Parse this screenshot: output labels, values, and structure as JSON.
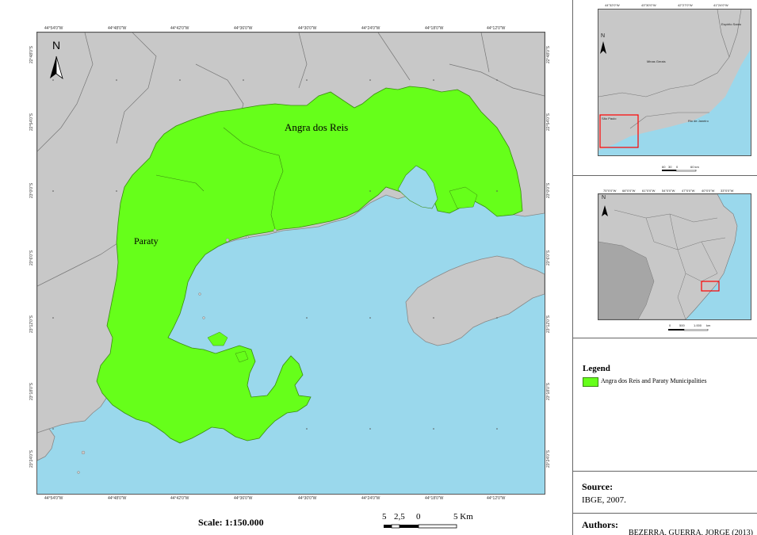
{
  "map": {
    "municipalities": [
      "Angra dos Reis",
      "Paraty"
    ],
    "colors": {
      "ocean": "#9ad8ec",
      "land": "#c8c8c8",
      "study_area": "#66ff1a",
      "highlight": "#ff0000"
    },
    "north_label": "N",
    "top_ticks": [
      "44°54'0\"W",
      "44°48'0\"W",
      "44°42'0\"W",
      "44°36'0\"W",
      "44°30'0\"W",
      "44°24'0\"W",
      "44°18'0\"W",
      "44°12'0\"W"
    ],
    "bottom_ticks": [
      "44°54'0\"W",
      "44°48'0\"W",
      "44°42'0\"W",
      "44°36'0\"W",
      "44°30'0\"W",
      "44°24'0\"W",
      "44°18'0\"W",
      "44°12'0\"W"
    ],
    "left_ticks": [
      "22°48'0\"S",
      "22°54'0\"S",
      "23°0'0\"S",
      "23°6'0\"S",
      "23°12'0\"S",
      "23°18'0\"S",
      "23°24'0\"S"
    ],
    "right_ticks": [
      "22°48'0\"S",
      "22°54'0\"S",
      "23°0'0\"S",
      "23°6'0\"S",
      "23°12'0\"S",
      "23°18'0\"S",
      "23°24'0\"S"
    ]
  },
  "scale": {
    "text": "Scale: 1:150.000",
    "bar_labels": [
      "5",
      "2,5",
      "0",
      "5 Km"
    ]
  },
  "inset_state": {
    "north_label": "N",
    "top_ticks": [
      "44°32'0\"W",
      "43°30'0\"W",
      "42°27'0\"W",
      "41°24'0\"W"
    ],
    "labels": [
      "Minas Gerais",
      "Espírito Santo",
      "Rio de Janeiro",
      "São Paulo"
    ],
    "scale_labels": [
      "60",
      "30",
      "0",
      "60 km"
    ]
  },
  "inset_brazil": {
    "north_label": "N",
    "top_ticks": [
      "75°0'0\"W",
      "68°0'0\"W",
      "61°0'0\"W",
      "54°0'0\"W",
      "47°0'0\"W",
      "40°0'0\"W",
      "33°0'0\"W"
    ],
    "scale_labels": [
      "0",
      "500",
      "1.000",
      "km"
    ]
  },
  "legend": {
    "title": "Legend",
    "item": "Angra dos Reis and Paraty Municipalities"
  },
  "source": {
    "title": "Source:",
    "text": "IBGE, 2007."
  },
  "authors": {
    "title": "Authors:",
    "text": "BEZERRA, GUERRA, JORGE (2013)"
  }
}
